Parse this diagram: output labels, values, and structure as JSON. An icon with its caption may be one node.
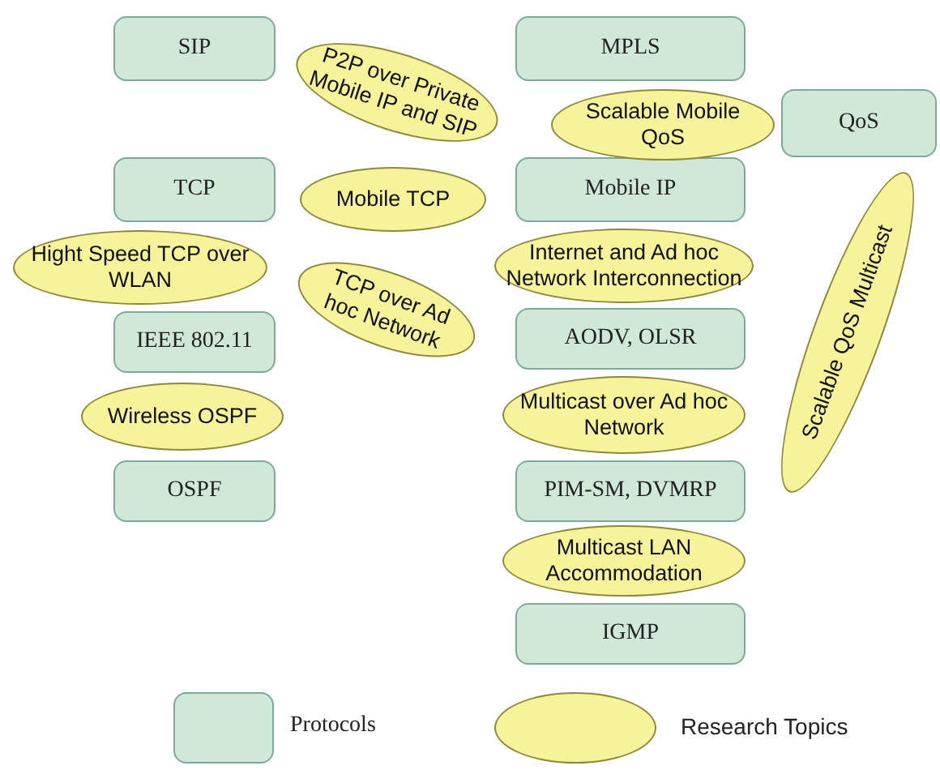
{
  "diagram": {
    "nodes": [
      {
        "text": [
          "SIP"
        ]
      },
      {
        "text": [
          "P2P over Private Mobile IP and SIP"
        ]
      },
      {
        "text": [
          "MPLS"
        ]
      },
      {
        "text": [
          "Scalable Mobile QoS"
        ]
      },
      {
        "text": [
          "QoS"
        ]
      },
      {
        "text": [
          "TCP"
        ]
      },
      {
        "text": [
          "Mobile TCP"
        ]
      },
      {
        "text": [
          "Mobile IP"
        ]
      },
      {
        "text": [
          "Scalable QoS Multicast"
        ]
      },
      {
        "text": [
          "Hight Speed TCP over WLAN"
        ]
      },
      {
        "text": [
          "TCP over Ad hoc Network"
        ]
      },
      {
        "text": [
          "Internet and Ad hoc Network Interconnection"
        ]
      },
      {
        "text": [
          "IEEE 802.11"
        ]
      },
      {
        "text": [
          "AODV, OLSR"
        ]
      },
      {
        "text": [
          "Wireless OSPF"
        ]
      },
      {
        "text": [
          "Multicast over Ad hoc Network"
        ]
      },
      {
        "text": [
          "OSPF"
        ]
      },
      {
        "text": [
          "PIM-SM, DVMRP"
        ]
      },
      {
        "text": [
          "Multicast LAN Accommodation"
        ]
      },
      {
        "text": [
          "IGMP"
        ]
      }
    ],
    "legend": [
      {
        "text": "Protocols",
        "color": "#cfe8d8"
      },
      {
        "text": "Research Topics",
        "color": "#f7f39a"
      }
    ]
  }
}
